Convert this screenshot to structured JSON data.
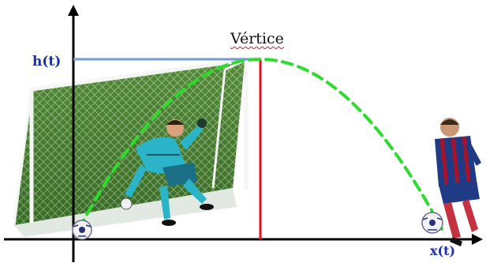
{
  "labels": {
    "vertex": "Vértice",
    "height": "h(t)",
    "x_axis": "x(t)"
  },
  "colors": {
    "height_label": "#1a2fb0",
    "x_label": "#1a2fb0",
    "height_line": "#6f9bd8",
    "vertex_line": "#e3121b",
    "trajectory": "#2ddc2d",
    "axis": "#000000"
  },
  "icons": {
    "goal": "soccer-goal-with-net",
    "goalkeeper": "goalkeeper-diving",
    "player": "soccer-player-kicking",
    "ball": "soccer-ball"
  }
}
